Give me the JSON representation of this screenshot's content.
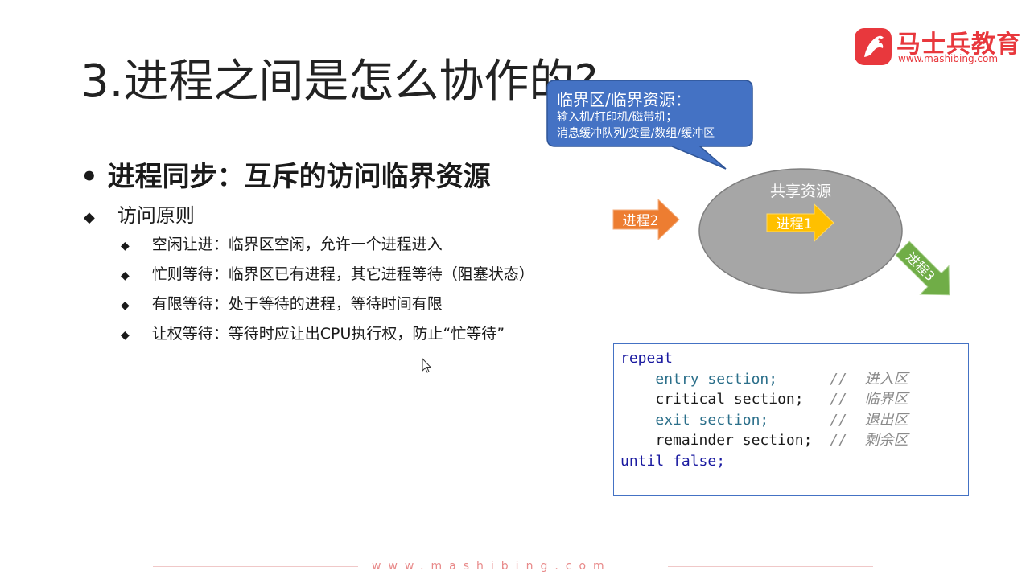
{
  "slide": {
    "title": "3.进程之间是怎么协作的?",
    "heading_bullet": "•",
    "heading": "进程同步：互斥的访问临界资源",
    "sub_bullet": "◆",
    "sub_heading": "访问原则",
    "items": [
      {
        "bullet": "◆",
        "text": "空闲让进：临界区空闲，允许一个进程进入"
      },
      {
        "bullet": "◆",
        "text": "忙则等待：临界区已有进程，其它进程等待（阻塞状态）"
      },
      {
        "bullet": "◆",
        "text": "有限等待：处于等待的进程，等待时间有限"
      },
      {
        "bullet": "◆",
        "text": "让权等待：等待时应让出CPU执行权，防止“忙等待”"
      }
    ]
  },
  "logo": {
    "name": "马士兵教育",
    "url": "www.mashibing.com"
  },
  "callout": {
    "title": "临界区/临界资源：",
    "line1": "输入机/打印机/磁带机；",
    "line2": "消息缓冲队列/变量/数组/缓冲区"
  },
  "diagram": {
    "resource_label": "共享资源",
    "process1": "进程1",
    "process2": "进程2",
    "process3": "进程3"
  },
  "code": {
    "repeat": "repeat",
    "entry": "entry section;",
    "entry_comment": "//  进入区",
    "critical": "critical section;",
    "critical_comment": "//  临界区",
    "exit": "exit section;",
    "exit_comment": "//  退出区",
    "remainder": "remainder section;",
    "remainder_comment": "//  剩余区",
    "until": "until false;"
  },
  "footer": {
    "url": "www.mashibing.com"
  },
  "colors": {
    "brand": "#e8383d",
    "callout": "#4472c4",
    "arrow_process1": "#ffc000",
    "arrow_process2": "#ed7d31",
    "arrow_process3": "#70ad47",
    "resource_ellipse": "#a6a6a6"
  },
  "icons": {
    "logo": "horse-logo-icon",
    "cursor": "mouse-pointer-icon"
  }
}
